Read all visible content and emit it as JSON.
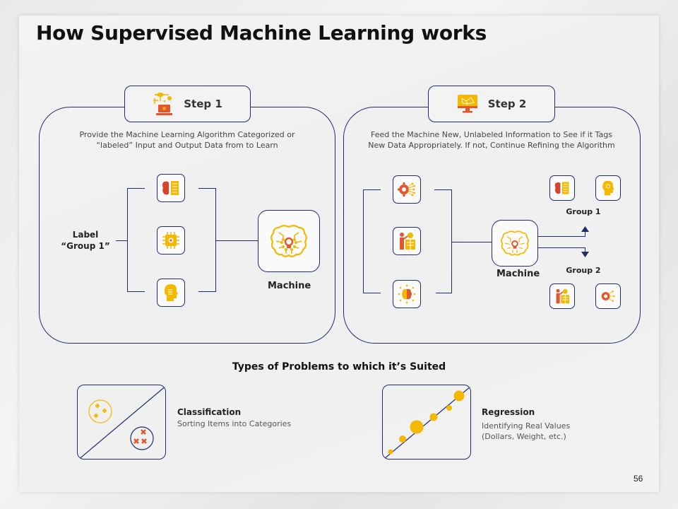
{
  "title": "How Supervised Machine Learning works",
  "colors": {
    "navy": "#1f2d6b",
    "yellow": "#f5b800",
    "orange": "#e4572e",
    "red": "#d9432b"
  },
  "step1": {
    "label": "Step 1",
    "icon": "flowchart-laptop-icon",
    "description_line1": "Provide the Machine Learning Algorithm Categorized or",
    "description_line2": "“labeled” Input and Output Data from to Learn",
    "group_label_line1": "Label",
    "group_label_line2": "“Group 1”",
    "inputs": [
      {
        "icon": "brain-document-icon"
      },
      {
        "icon": "cpu-chip-icon"
      },
      {
        "icon": "head-idea-icon"
      }
    ],
    "machine_label": "Machine",
    "machine_icon": "circuit-brain-icon"
  },
  "step2": {
    "label": "Step 2",
    "icon": "monitor-network-icon",
    "description_line1": "Feed the Machine New, Unlabeled Information to See if it Tags",
    "description_line2": "New Data Appropriately. If not, Continue Refining the Algorithm",
    "inputs": [
      {
        "icon": "gear-network-icon"
      },
      {
        "icon": "teacher-board-icon"
      },
      {
        "icon": "brain-network-icon"
      }
    ],
    "machine_label": "Machine",
    "machine_icon": "circuit-brain-icon",
    "group1": {
      "label": "Group 1",
      "icons": [
        "brain-document-icon",
        "head-idea-icon"
      ]
    },
    "group2": {
      "label": "Group 2",
      "icons": [
        "teacher-board-icon",
        "gear-network-icon"
      ]
    }
  },
  "types_section": {
    "title": "Types of Problems to which it’s Suited",
    "classification": {
      "title": "Classification",
      "description": "Sorting Items into Categories"
    },
    "regression": {
      "title": "Regression",
      "description_line1": "Identifying  Real Values",
      "description_line2": "(Dollars, Weight, etc.)"
    }
  },
  "page_number": "56"
}
